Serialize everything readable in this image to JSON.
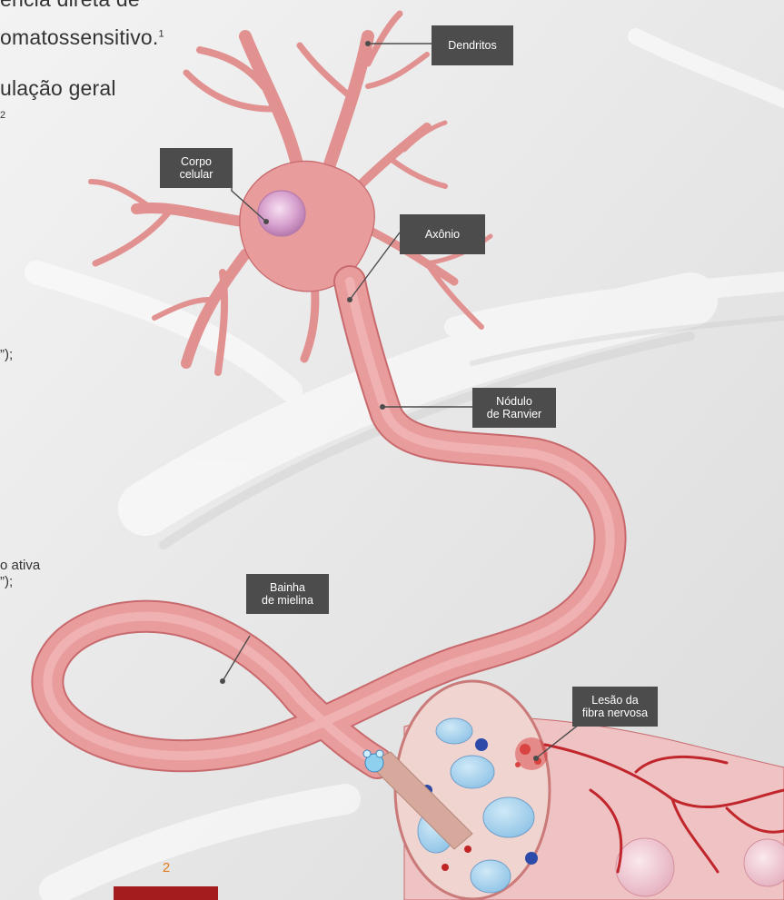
{
  "text_fragments": {
    "line1": "ência direta de",
    "line2": "omatossensitivo.",
    "line2_sup": "1",
    "line3": "ulação geral",
    "line3_sup": "2",
    "frag_a": "”);",
    "frag_b": "o ativa",
    "frag_c": "”);"
  },
  "labels": {
    "dendritos": "Dendritos",
    "corpo_celular": "Corpo\ncelular",
    "axonio": "Axônio",
    "nodulo_ranvier": "Nódulo\nde Ranvier",
    "bainha_mielina": "Bainha\nde mielina",
    "lesao_fibra": "Lesão da\nfibra nervosa"
  },
  "page_number": "2",
  "colors": {
    "neuron": "#e99c9c",
    "neuron_dark": "#c86a6d",
    "label_bg": "#4c4c4c",
    "accent": "#e07b1e",
    "footer": "#a31d1f"
  }
}
